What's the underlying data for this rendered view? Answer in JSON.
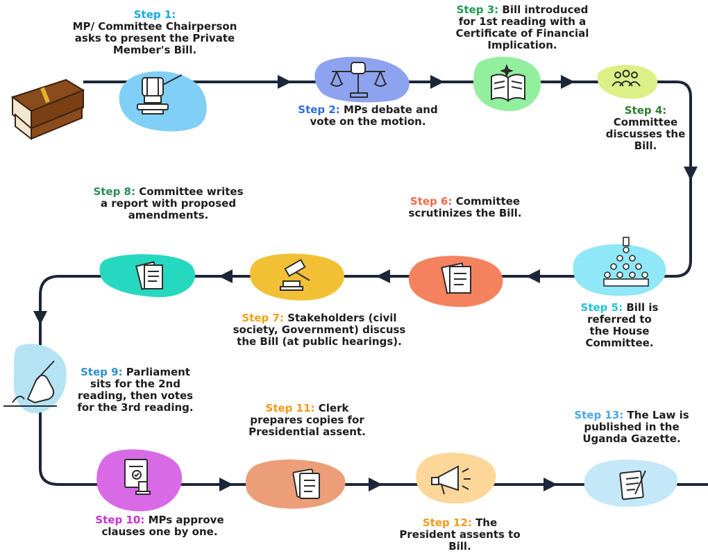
{
  "steps": [
    {
      "label": "Step 1:",
      "text": "MP/ Committee Chairperson asks to present the Private Member's Bill.",
      "color": "#18a8e0"
    },
    {
      "label": "Step 2:",
      "text": "MPs debate and vote on the motion.",
      "color": "#2f6ed8"
    },
    {
      "label": "Step 3:",
      "text": "Bill introduced for 1st  reading with a Certificate of Financial Implication.",
      "color": "#1f9a52"
    },
    {
      "label": "Step 4:",
      "text": "Committee discusses the Bill.",
      "color": "#2e7d2e"
    },
    {
      "label": "Step 5:",
      "text": "Bill is referred to the House Committee.",
      "color": "#21c3d8"
    },
    {
      "label": "Step 6:",
      "text": "Committee scrutinizes the Bill.",
      "color": "#ee6a4a"
    },
    {
      "label": "Step 7:",
      "text": "Stakeholders (civil society, Government) discuss the Bill (at public hearings).",
      "color": "#eca314"
    },
    {
      "label": "Step 8:",
      "text": "Committee writes a report with proposed amendments.",
      "color": "#2b8a5b"
    },
    {
      "label": "Step 9:",
      "text": "Parliament sits for the 2nd reading, then votes for the 3rd reading.",
      "color": "#2d8fd6"
    },
    {
      "label": "Step 10:",
      "text": "MPs approve clauses one by one.",
      "color": "#c92ed8"
    },
    {
      "label": "Step 11:",
      "text": "Clerk prepares copies for Presidential assent.",
      "color": "#f29a19"
    },
    {
      "label": "Step 12:",
      "text": "The President assents to Bill.",
      "color": "#f29a19"
    },
    {
      "label": "Step 13:",
      "text": "The Law is published in the Uganda Gazette.",
      "color": "#4aa6e8"
    }
  ],
  "icons": [
    "books-icon",
    "gavel-stamp-icon",
    "justice-scales-icon",
    "open-book-icon",
    "committee-group-icon",
    "assembly-crowd-icon",
    "documents-icon",
    "gavel-icon",
    "report-documents-icon",
    "signing-hand-icon",
    "approved-certificate-icon",
    "copies-documents-icon",
    "megaphone-icon",
    "gazette-document-icon"
  ],
  "blob_colors": {
    "step1": "#7fcff7",
    "step2": "#8ea3ef",
    "step3": "#92ef9d",
    "step4": "#dcf087",
    "step5": "#8fe7f7",
    "step6": "#f5825f",
    "step7": "#f2c034",
    "step8": "#27d8c0",
    "step9": "#b6e3f3",
    "step10": "#d96ae6",
    "step11": "#ec9e79",
    "step12": "#fdd79a",
    "step13": "#c4e8f8"
  }
}
